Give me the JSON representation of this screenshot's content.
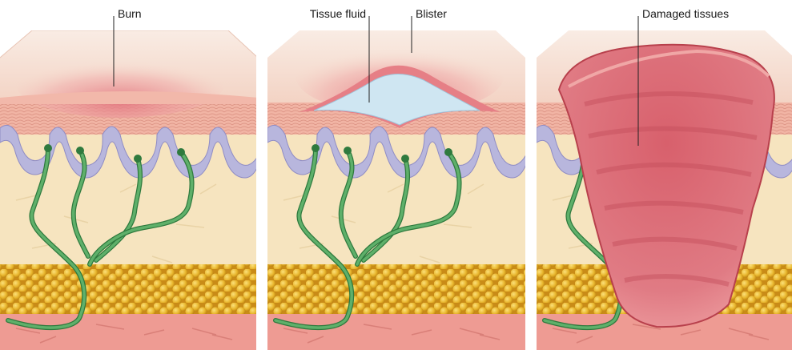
{
  "labels": {
    "burn": "Burn",
    "tissue_fluid": "Tissue fluid",
    "blister": "Blister",
    "damaged_tissues": "Damaged tissues"
  },
  "colors": {
    "surface": "#f7e0d2",
    "burn_red": "#e0707a",
    "epidermis": "#f0b3a2",
    "basal_cells": "#b8b6dd",
    "dermis": "#f6e4bf",
    "nerve_green": "#4f9b5c",
    "fat_yellow": "#e8b52c",
    "muscle_pink": "#ee9b93",
    "fluid_blue": "#cfe6f2",
    "damaged_red": "#d65a66"
  }
}
